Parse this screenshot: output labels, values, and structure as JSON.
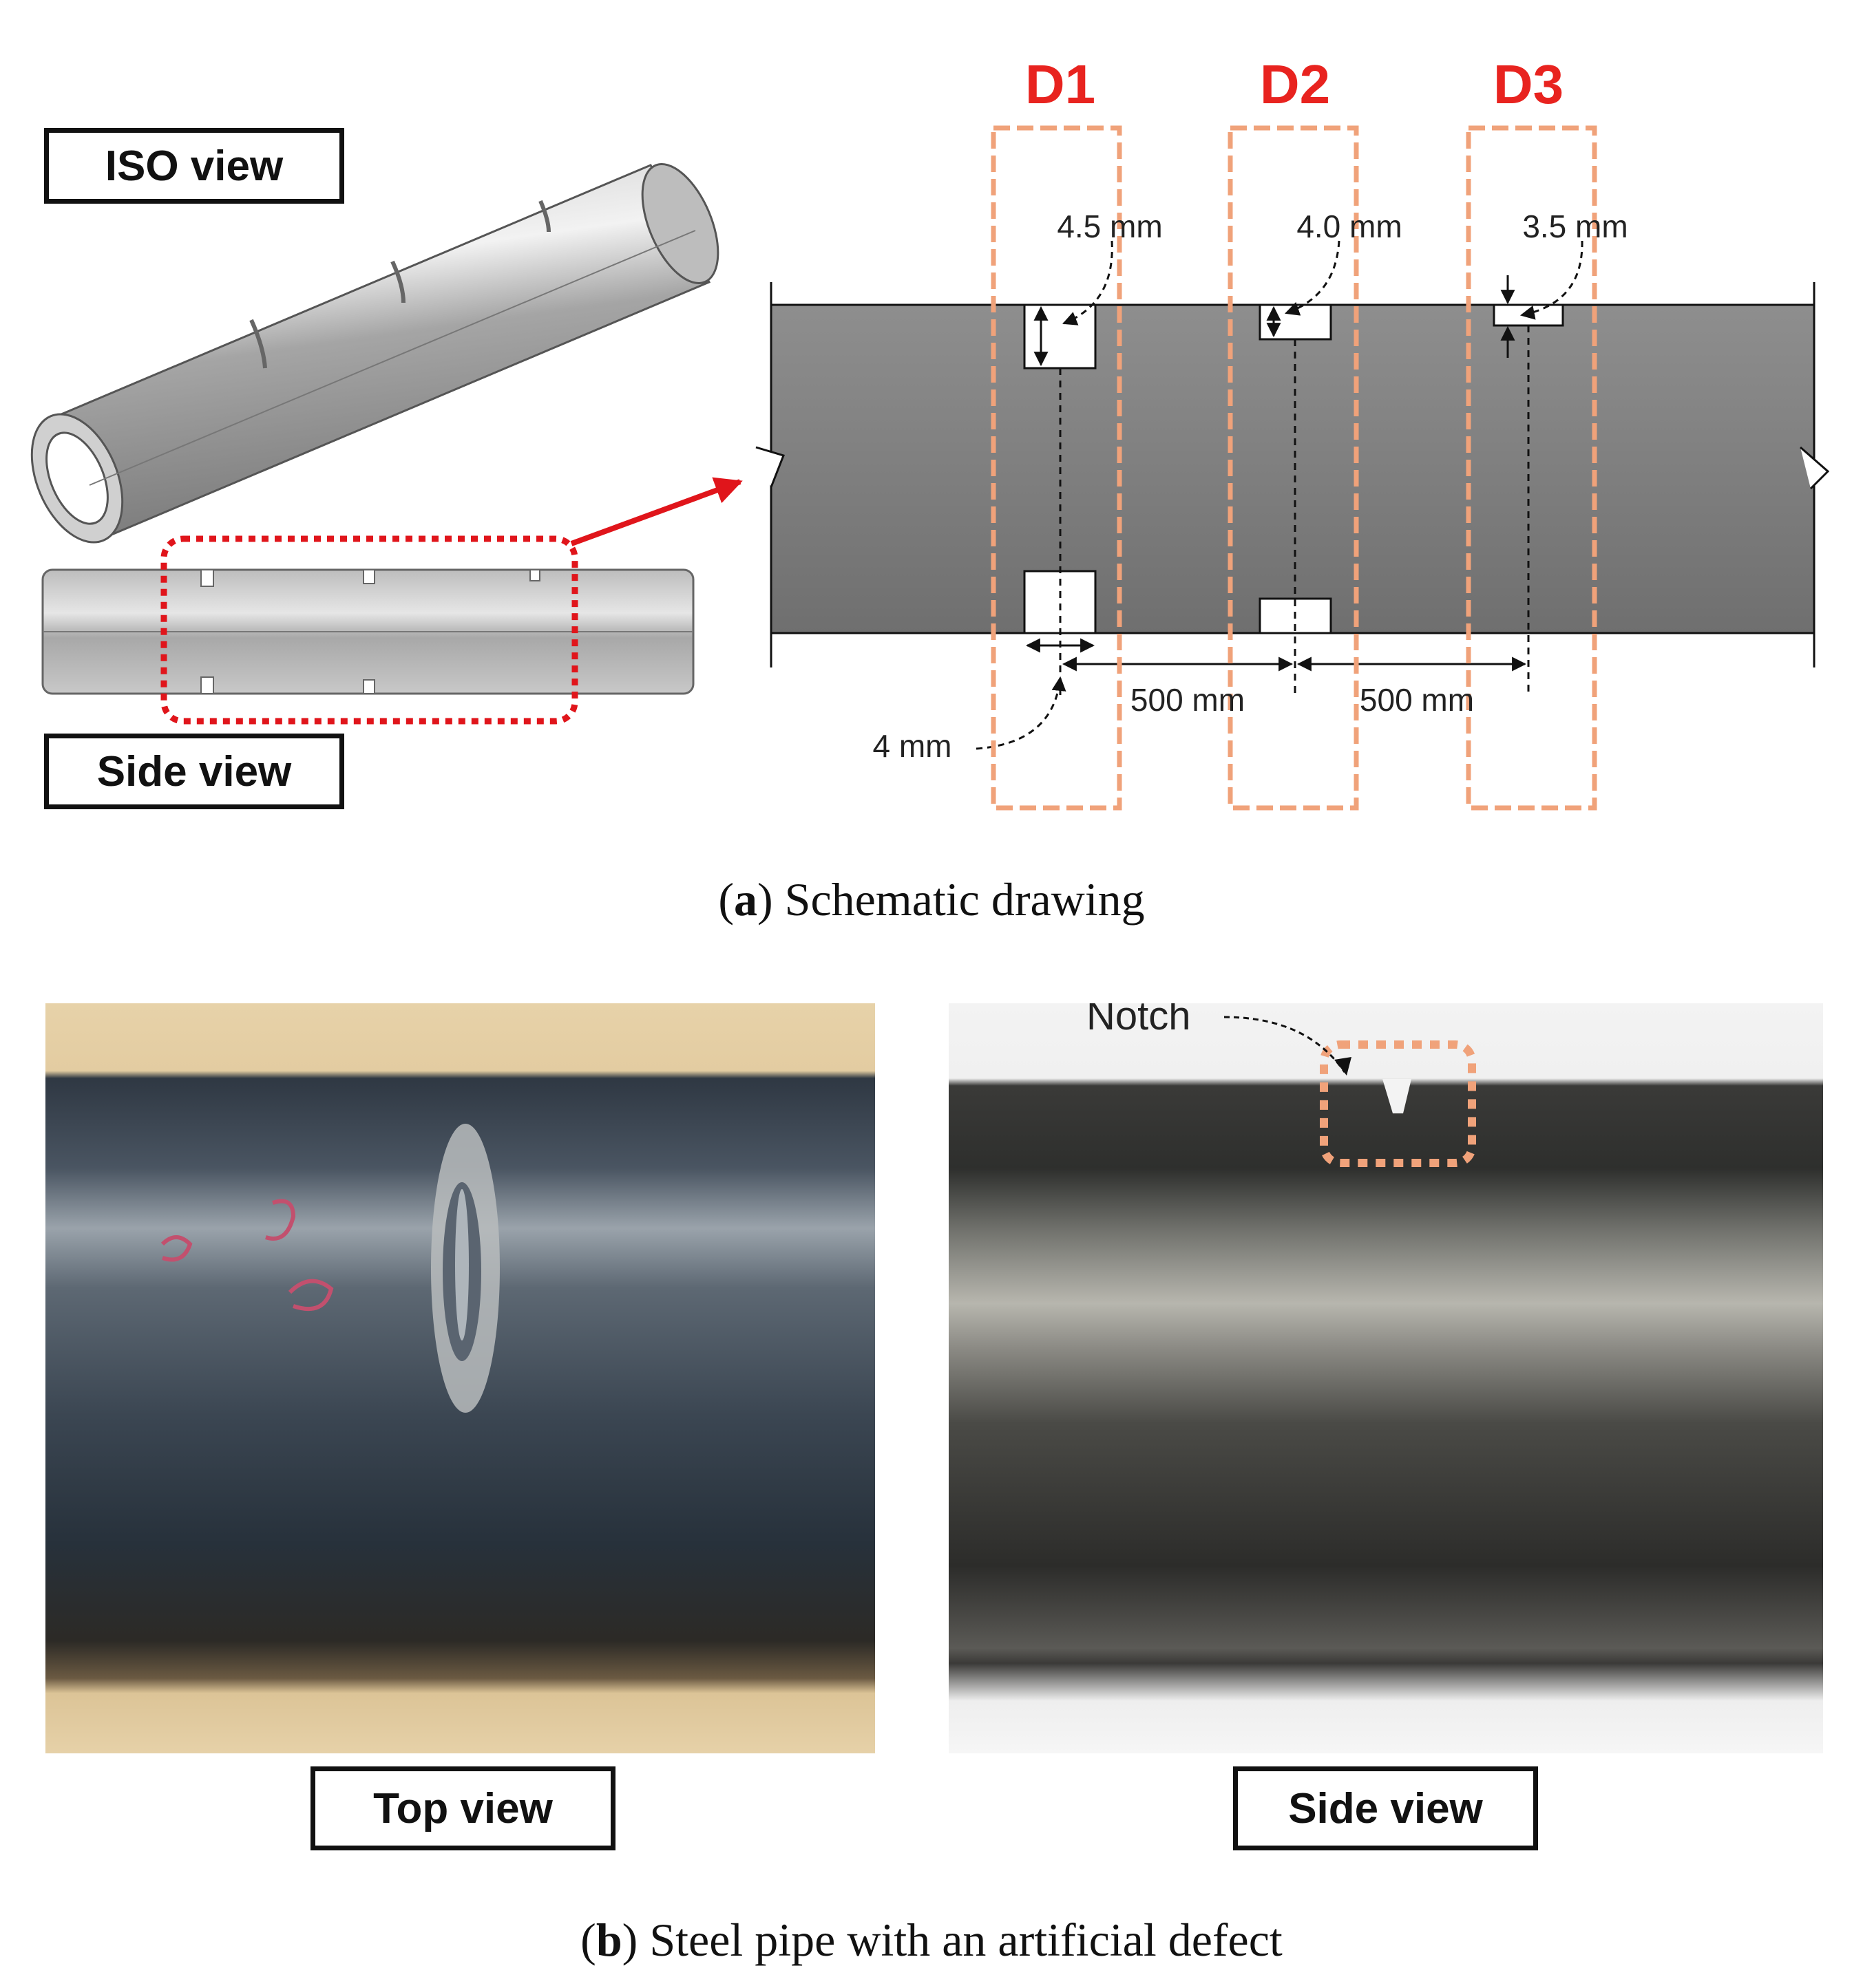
{
  "panel_a": {
    "iso_label": "ISO view",
    "side_label": "Side view",
    "defects": [
      {
        "id": "D1",
        "depth": "4.5 mm"
      },
      {
        "id": "D2",
        "depth": "4.0 mm"
      },
      {
        "id": "D3",
        "depth": "3.5 mm"
      }
    ],
    "width_label": "4 mm",
    "spacing_1": "500 mm",
    "spacing_2": "500 mm",
    "caption_letter": "a",
    "caption_text": " Schematic drawing"
  },
  "panel_b": {
    "top_label": "Top view",
    "side_label": "Side view",
    "notch_label": "Notch",
    "caption_letter": "b",
    "caption_text": " Steel pipe with an artificial defect"
  },
  "colors": {
    "defect_label": "#e8231f",
    "defect_box": "#f0a27a",
    "highlight_box": "#e0151b",
    "pipe_gray": "#8c8c8c"
  }
}
